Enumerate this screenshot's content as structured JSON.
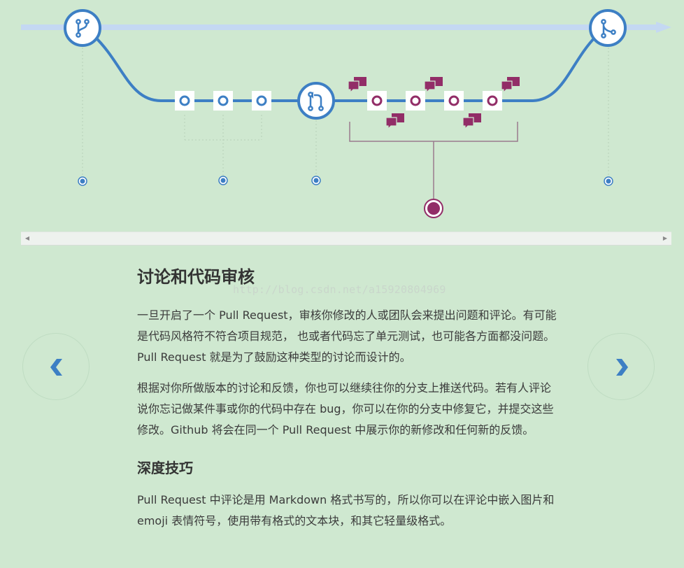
{
  "article": {
    "title": "讨论和代码审核",
    "paragraphs": [
      "一旦开启了一个 Pull Request，审核你修改的人或团队会来提出问题和评论。有可能是代码风格符不符合项目规范， 也或者代码忘了单元测试，也可能各方面都没问题。Pull Request 就是为了鼓励这种类型的讨论而设计的。",
      "根据对你所做版本的讨论和反馈，你也可以继续往你的分支上推送代码。若有人评论说你忘记做某件事或你的代码中存在 bug，你可以在你的分支中修复它，并提交这些修改。Github 将会在同一个 Pull Request 中展示你的新修改和任何新的反馈。"
    ],
    "tip_heading": "深度技巧",
    "tip_text": "Pull Request 中评论是用 Markdown 格式书写的，所以你可以在评论中嵌入图片和 emoji 表情符号，使用带有格式的文本块，和其它轻量级格式。"
  },
  "watermark": "http://blog.csdn.net/a15920804969",
  "icons": {
    "branch": "branch-icon",
    "pull_request": "pull-request-icon",
    "merge": "merge-icon",
    "comment": "comment-bubbles-icon",
    "prev": "chevron-left-icon",
    "next": "chevron-right-icon"
  },
  "colors": {
    "background": "#cfe8d0",
    "blue": "#3d7fc4",
    "purple": "#922d67",
    "mainline": "#c4d8f2"
  }
}
